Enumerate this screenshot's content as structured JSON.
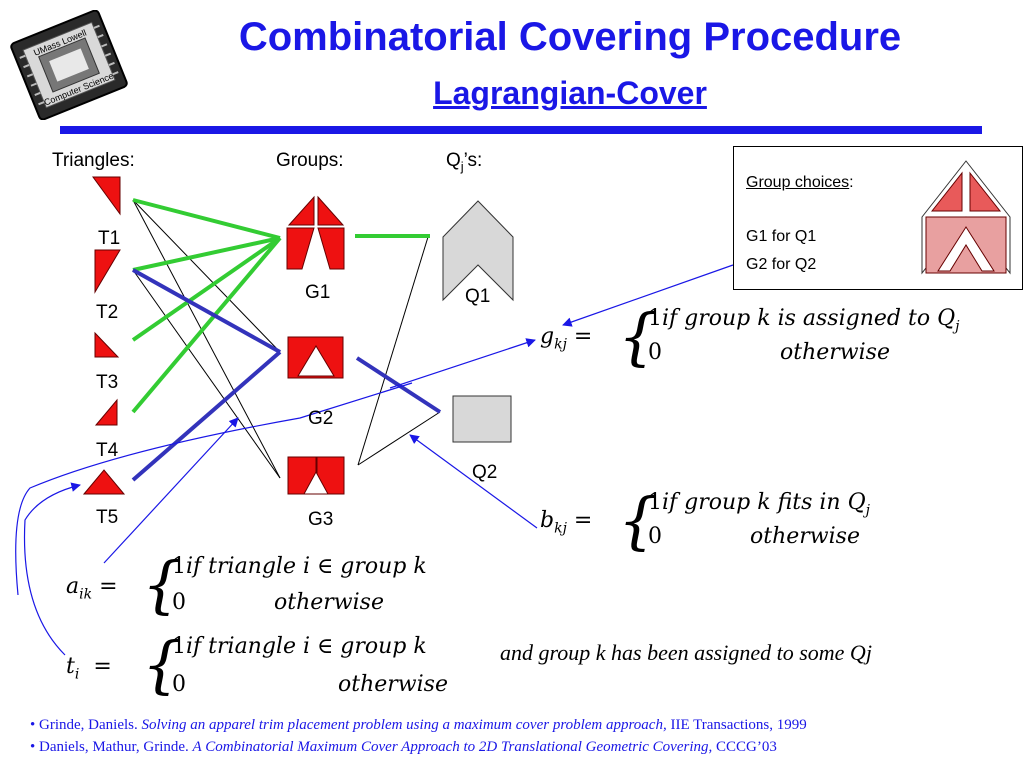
{
  "header": {
    "title": "Combinatorial Covering Procedure",
    "subtitle": "Lagrangian-Cover",
    "logo_text_top": "UMass Lowell",
    "logo_text_bottom": "Computer Science"
  },
  "columns": {
    "triangles": "Triangles:",
    "groups": "Groups:",
    "q_prefix": "Q",
    "q_sub": "j",
    "q_suffix": "’s:"
  },
  "triangles": [
    "T1",
    "T2",
    "T3",
    "T4",
    "T5"
  ],
  "groups": [
    "G1",
    "G2",
    "G3"
  ],
  "qs": [
    "Q1",
    "Q2"
  ],
  "choices": {
    "heading": "Group choices",
    "colon": ":",
    "items": [
      "G1 for Q1",
      "G2 for Q2"
    ]
  },
  "equations": {
    "g": {
      "lhs": "g",
      "sub": "kj",
      "eq": "=",
      "line1_num": "1",
      "line1": "if  group k is assigned to Q",
      "line1_sub": "j",
      "line2_num": "0",
      "line2": "otherwise"
    },
    "b": {
      "lhs": "b",
      "sub": "kj",
      "eq": "=",
      "line1_num": "1",
      "line1": "if  group k  fits in Q",
      "line1_sub": "j",
      "line2_num": "0",
      "line2": "otherwise"
    },
    "a": {
      "lhs": "a",
      "sub": "ik",
      "eq": "=",
      "line1_num": "1",
      "line1": "if  triangle i  ∈ group k",
      "line2_num": "0",
      "line2": "otherwise"
    },
    "t": {
      "lhs": "t",
      "sub": "i",
      "eq": "=",
      "line1_num": "1",
      "line1": "if  triangle i  ∈ group k",
      "line2_num": "0",
      "line2": "otherwise",
      "tail": "and group k has been assigned to some Qj"
    }
  },
  "references": [
    {
      "bullet": "•",
      "authors": "Grinde, Daniels.",
      "title": "Solving an apparel trim placement problem using a maximum cover problem approach,",
      "venue": "IIE Transactions, 1999"
    },
    {
      "bullet": "•",
      "authors": "Daniels, Mathur, Grinde.",
      "title": "A Combinatorial Maximum Cover Approach to 2D Translational Geometric Covering,",
      "venue": "CCCG’03"
    }
  ],
  "colors": {
    "title_blue": "#1a17e6",
    "shape_red": "#ee1111",
    "edge_green": "#33cc33",
    "edge_blue": "#3333bb",
    "q_gray": "#d8d8d8",
    "choice_red": "#e85a5a",
    "choice_pink": "#e8a0a0"
  }
}
